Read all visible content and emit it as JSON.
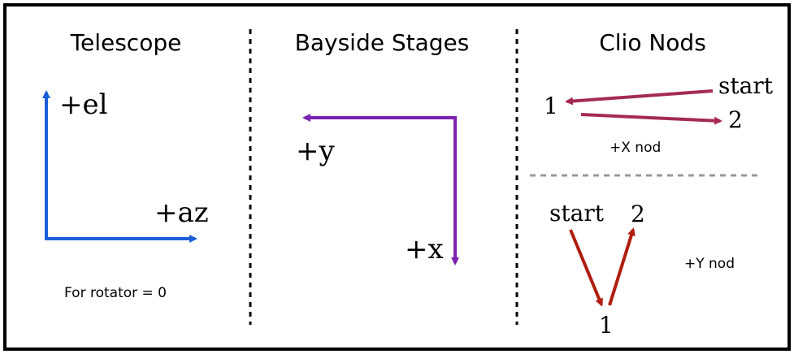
{
  "panels": {
    "telescope": {
      "title": "Telescope",
      "up_label": "+el",
      "right_label": "+az",
      "note": "For rotator = 0",
      "arrow_color": "#1a5fd6"
    },
    "bayside": {
      "title": "Bayside Stages",
      "left_label": "+y",
      "down_label": "+x",
      "arrow_color": "#7b22b0"
    },
    "clio": {
      "title": "Clio Nods",
      "x_nod": {
        "start_label": "start",
        "pos1_label": "1",
        "pos2_label": "2",
        "caption": "+X nod",
        "arrow_color": "#a52a55"
      },
      "y_nod": {
        "start_label": "start",
        "pos1_label": "1",
        "pos2_label": "2",
        "caption": "+Y nod",
        "arrow_color": "#b01e10"
      },
      "separator_color": "#999999"
    }
  }
}
